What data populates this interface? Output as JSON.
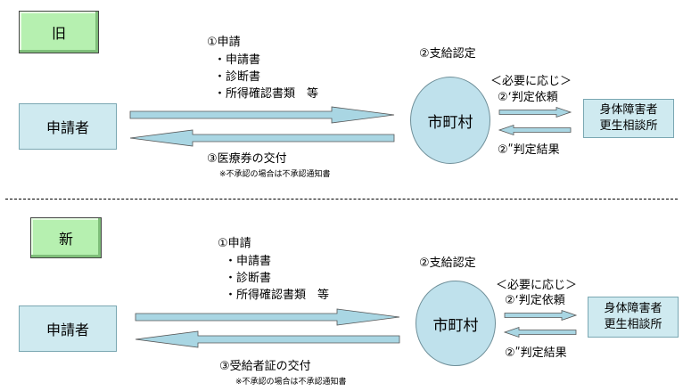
{
  "sections": {
    "old": {
      "badge": "旧",
      "applicant": "申請者",
      "step1_title": "①申請",
      "step1_items": [
        "・申請書",
        "・診断書",
        "・所得確認書類　等"
      ],
      "step2_title": "②支給認定",
      "note_when_needed": "＜必要に応じ＞",
      "request": "②ʻ判定依頼",
      "city": "市町村",
      "office_line1": "身体障害者",
      "office_line2": "更生相談所",
      "result": "②ʺ判定結果",
      "step3": "③医療券の交付",
      "small_note": "※不承認の場合は不承認通知書"
    },
    "new": {
      "badge": "新",
      "applicant": "申請者",
      "step1_title": "①申請",
      "step1_items": [
        "・申請書",
        "・診断書",
        "・所得確認書類　等"
      ],
      "step2_title": "②支給認定",
      "note_when_needed": "＜必要に応じ＞",
      "request": "②ʻ判定依頼",
      "city": "市町村",
      "office_line1": "身体障害者",
      "office_line2": "更生相談所",
      "result": "②ʺ判定結果",
      "step3": "③受給者証の交付",
      "small_note": "※不承認の場合は不承認通知書"
    }
  },
  "colors": {
    "badge_fill": "#b6f0b0",
    "box_fill": "#cfeaf0",
    "circle_fill": "#bfe1ec",
    "arrow_fill": "#a9d6e3"
  }
}
